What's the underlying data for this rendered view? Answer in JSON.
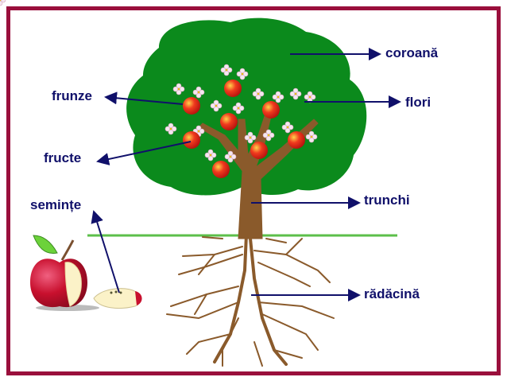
{
  "labels": {
    "crown": "coroană",
    "leaves": "frunze",
    "flowers": "flori",
    "fruits": "fructe",
    "trunk": "trunchi",
    "seeds": "semințe",
    "roots": "rădăcină"
  },
  "colors": {
    "border": "#9a0f3c",
    "canopy": "#0b8a1c",
    "trunk": "#8a5a2b",
    "ground": "#5cbf4a",
    "label": "#10106a",
    "apple": "#e0241a"
  }
}
